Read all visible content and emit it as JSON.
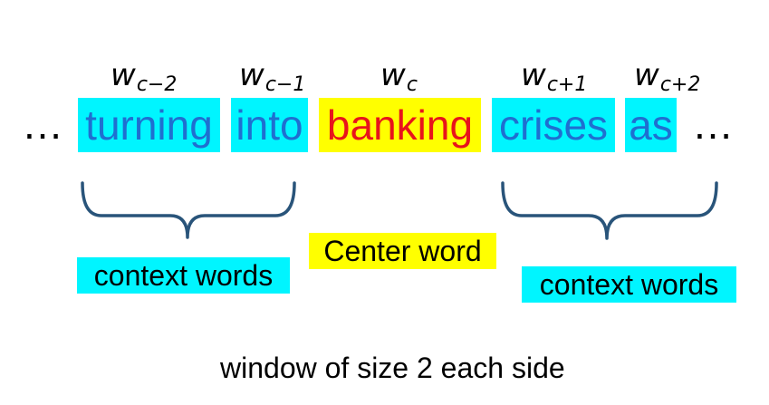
{
  "labels": {
    "w_cm2": {
      "base": "w",
      "sub": "c−2"
    },
    "w_cm1": {
      "base": "w",
      "sub": "c−1"
    },
    "w_c": {
      "base": "w",
      "sub": "c"
    },
    "w_cp1": {
      "base": "w",
      "sub": "c+1"
    },
    "w_cp2": {
      "base": "w",
      "sub": "c+2"
    }
  },
  "sentence": {
    "leading_ellipsis": "…",
    "words": [
      "turning",
      "into",
      "banking",
      "crises",
      "as"
    ],
    "trailing_ellipsis": "…"
  },
  "annotations": {
    "left_context": "context words",
    "center": "Center word",
    "right_context": "context words"
  },
  "caption": "window of size 2 each side",
  "colors": {
    "context_highlight": "#00f5ff",
    "context_text": "#1f6fd0",
    "center_highlight": "#ffff00",
    "center_text": "#e8141b",
    "brace": "#29547a"
  }
}
